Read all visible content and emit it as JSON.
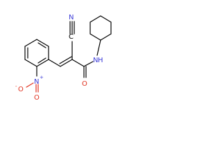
{
  "structure": {
    "atom_labels": {
      "cyano_carbon": "C",
      "cyano_nitrogen": "N",
      "amide_nitrogen": "N",
      "amide_hydrogen": "H",
      "amide_oxygen": "O",
      "nitro_nitrogen": "N",
      "nitro_positive_charge": "+",
      "nitro_oxygen_single": "O",
      "nitro_negative_charge": "-",
      "nitro_oxygen_double": "O"
    },
    "colors": {
      "carbon": "#000000",
      "nitrogen": "#3a3ad8",
      "oxygen": "#e0301e",
      "background": "#ffffff"
    }
  }
}
